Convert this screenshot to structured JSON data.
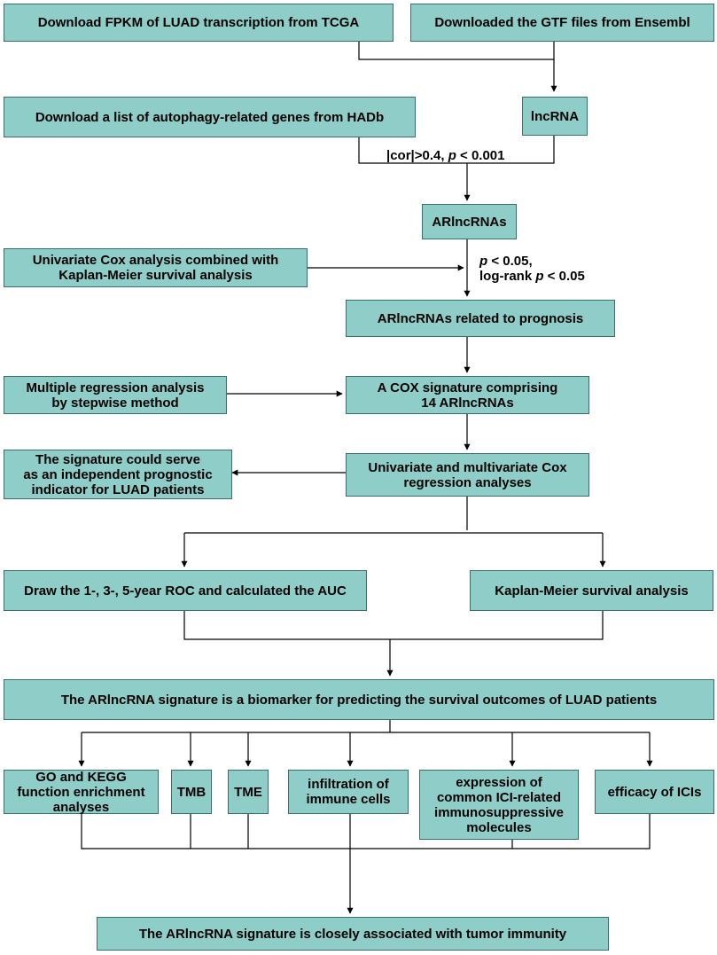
{
  "boxes": {
    "b1": "Download FPKM of LUAD transcription from TCGA",
    "b2": "Downloaded the GTF files from Ensembl",
    "b3": "Download a list of autophagy-related genes from HADb",
    "b4": "lncRNA",
    "b5": "ARlncRNAs",
    "b6": "Univariate Cox analysis combined with\nKaplan-Meier survival analysis",
    "b7": "ARlncRNAs related to prognosis",
    "b8": "Multiple regression analysis\nby stepwise method",
    "b9": "A COX signature comprising\n14  ARlncRNAs",
    "b10": "The signature could serve\nas an independent prognostic\nindicator for LUAD patients",
    "b11": "Univariate and multivariate Cox\nregression analyses",
    "b12": "Draw the 1-, 3-, 5-year ROC and calculated the AUC",
    "b13": "Kaplan-Meier survival analysis",
    "b14": "The ARlncRNA signature is a biomarker for predicting the survival outcomes of LUAD patients",
    "b15": "GO and KEGG\nfunction enrichment\nanalyses",
    "b16": "TMB",
    "b17": "TME",
    "b18": "infiltration of\nimmune cells",
    "b19": "expression of\ncommon ICI-related\nimmunosuppressive\nmolecules",
    "b20": "efficacy of ICIs",
    "b21": "The ARlncRNA signature is closely associated with tumor immunity"
  },
  "labels": {
    "cor_a": "|cor|>0.4, ",
    "cor_p": "p",
    "cor_b": " < 0.001",
    "pval_p": "p",
    "pval_a": " < 0.05,",
    "logrank_a": "log-rank ",
    "logrank_p": "p",
    "logrank_b": " < 0.05"
  },
  "colors": {
    "box_fill": "#8ecdc8",
    "box_border": "#3c6e6a",
    "line": "#000000"
  }
}
